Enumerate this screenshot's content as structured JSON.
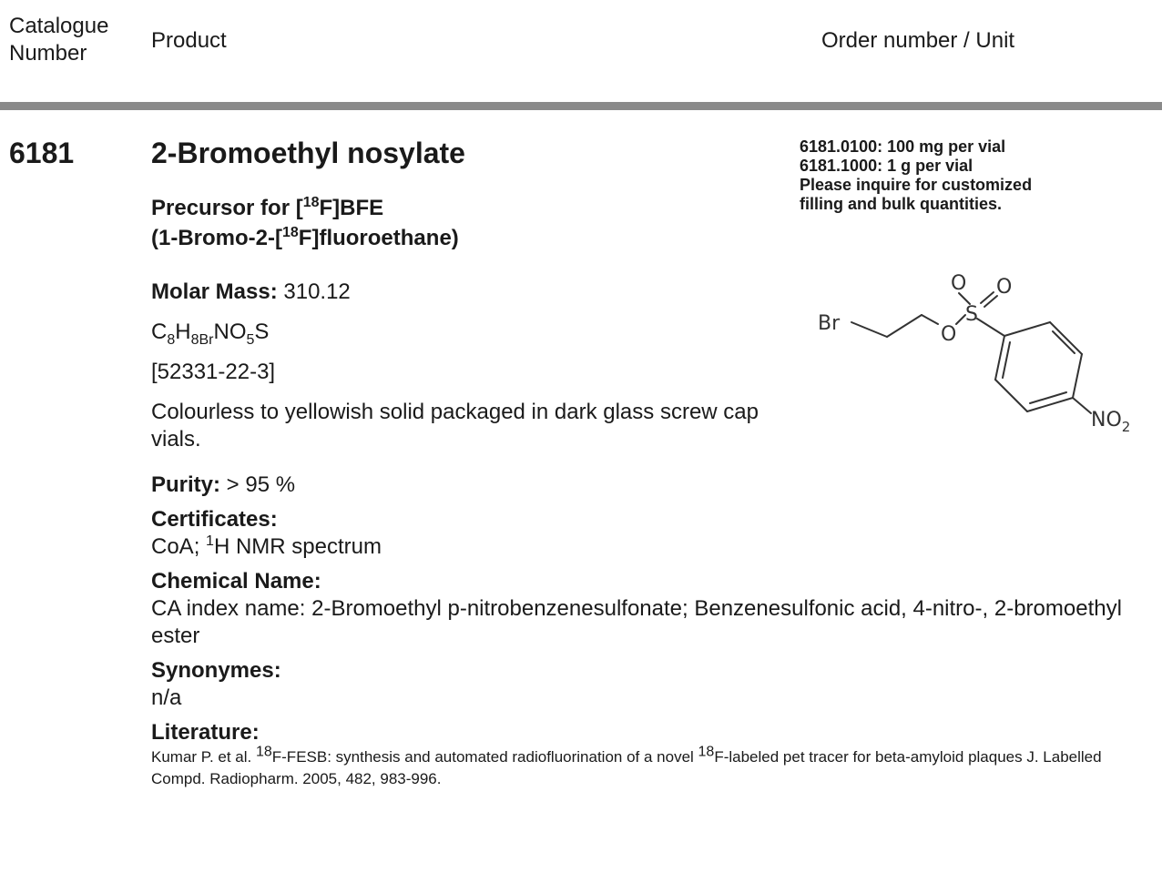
{
  "header": {
    "catalogue_line1": "Catalogue",
    "catalogue_line2": "Number",
    "product": "Product",
    "order_unit": "Order number / Unit"
  },
  "product": {
    "catalogue_number": "6181",
    "name": "2-Bromoethyl nosylate",
    "subtitle_pre": "Precursor for [",
    "subtitle_sup1": "18",
    "subtitle_mid": "F]BFE",
    "subtitle2_pre": "(1-Bromo-2-[",
    "subtitle2_sup": "18",
    "subtitle2_post": "F]fluoroethane)"
  },
  "order": {
    "line1": "6181.0100: 100 mg per vial",
    "line2": "6181.1000: 1 g per vial",
    "line3": "Please inquire for customized",
    "line4": "filling and bulk quantities."
  },
  "structure": {
    "br": "Br",
    "o_ester": "O",
    "s": "S",
    "o1": "O",
    "o2": "O",
    "no2": "NO",
    "no2_sub": "2"
  },
  "details": {
    "molar_label": "Molar Mass:",
    "molar_value": " 310.12",
    "formula": {
      "c": "C",
      "c_sub": "8",
      "h": "H",
      "h_sub": "8Br",
      "rest": "NO",
      "o_sub": "5",
      "s": "S"
    },
    "cas": "[52331-22-3]",
    "description": "Colourless to yellowish solid packaged in dark glass screw cap vials.",
    "purity_label": "Purity:",
    "purity_value": " > 95 %",
    "certificates_label": "Certificates:",
    "certificates_pre": "CoA; ",
    "certificates_sup": "1",
    "certificates_post": "H NMR spectrum",
    "chemical_name_label": "Chemical Name:",
    "chemical_name_value": "CA index name: 2-Bromoethyl p-nitrobenzenesulfonate; Benzenesulfonic acid, 4-nitro-, 2-bromoethyl ester",
    "synonymes_label": "Synonymes:",
    "synonymes_value": "n/a",
    "literature_label": "Literature:",
    "literature_pre": "Kumar P. et al. ",
    "literature_sup1": "18",
    "literature_mid": "F-FESB: synthesis and automated radiofluorination of a novel ",
    "literature_sup2": "18",
    "literature_post": "F-labeled pet tracer for beta-amyloid plaques J. Labelled Compd. Radiopharm. 2005, 482, 983-996."
  }
}
